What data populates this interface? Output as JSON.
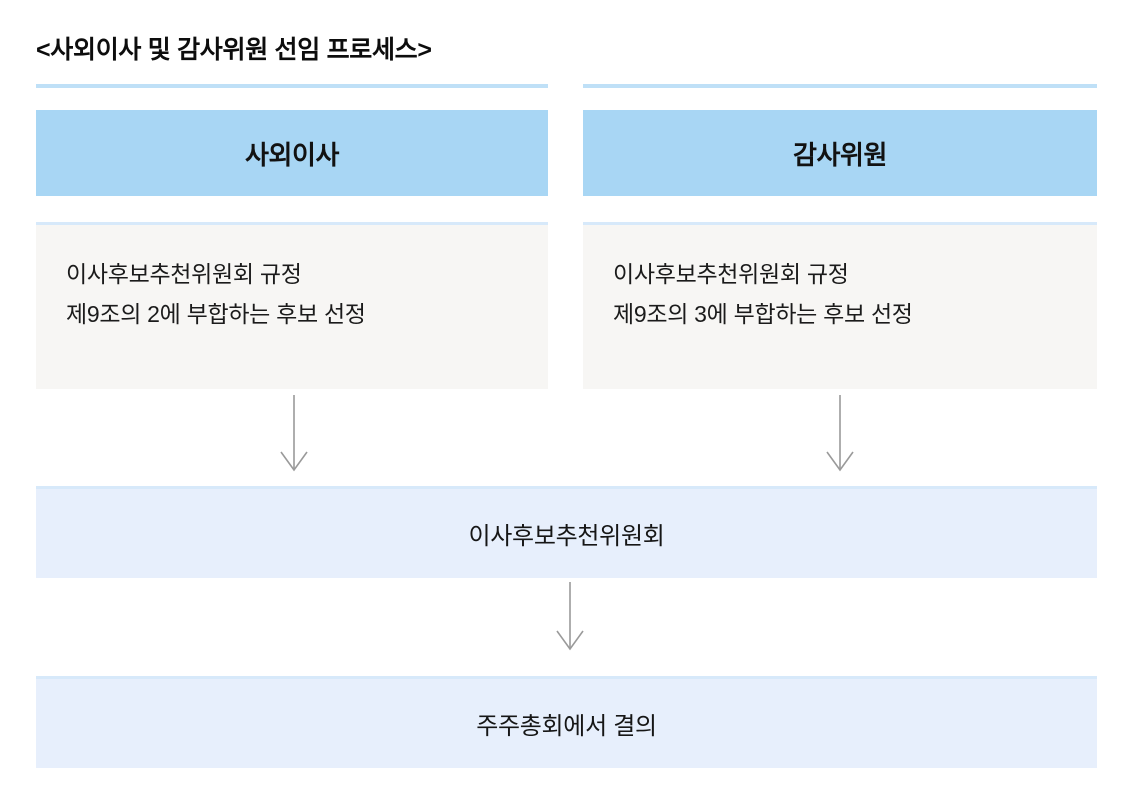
{
  "document": {
    "title": "<사외이사 및 감사위원 선임 프로세스>"
  },
  "theme": {
    "header_fill": "#a8d6f4",
    "detail_fill": "#f7f6f4",
    "wide_fill": "#e7effc",
    "accent_rule": "#bfe0f7",
    "accent_rule_pale": "#d7e9fa",
    "arrow_color": "#9a9a9a",
    "text_color": "#121212",
    "page_background": "#ffffff"
  },
  "columns": [
    {
      "id": "outside-director",
      "header": "사외이사",
      "detail_lines": [
        "이사후보추천위원회 규정",
        "제9조의 2에 부합하는 후보 선정"
      ]
    },
    {
      "id": "audit-committee-member",
      "header": "감사위원",
      "detail_lines": [
        "이사후보추천위원회 규정",
        "제9조의 3에 부합하는 후보 선정"
      ]
    }
  ],
  "stages": [
    {
      "id": "nomination-committee",
      "label": "이사후보추천위원회"
    },
    {
      "id": "shareholders-meeting",
      "label": "주주총회에서 결의"
    }
  ],
  "arrows": [
    {
      "id": "left-to-committee",
      "from": "outside-director-detail",
      "to": "nomination-committee"
    },
    {
      "id": "right-to-committee",
      "from": "audit-committee-detail",
      "to": "nomination-committee"
    },
    {
      "id": "committee-to-meeting",
      "from": "nomination-committee",
      "to": "shareholders-meeting"
    }
  ]
}
